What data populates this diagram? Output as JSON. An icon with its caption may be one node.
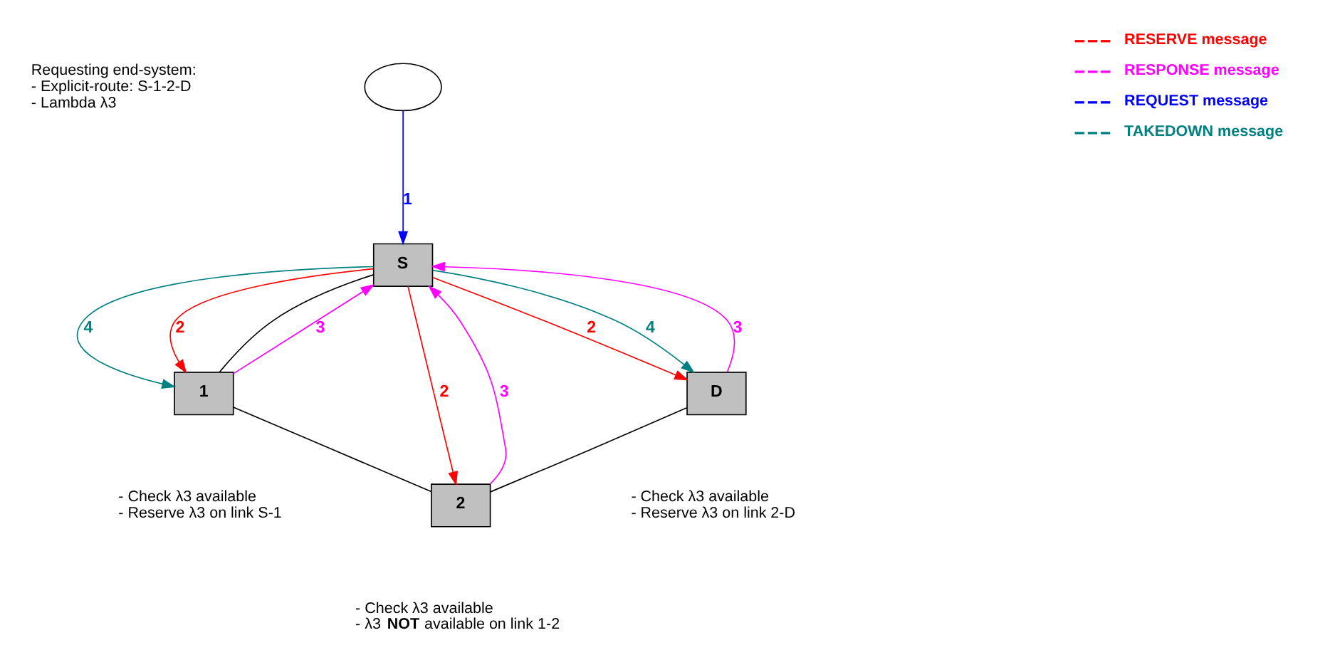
{
  "diagram": {
    "nodes": [
      {
        "text": [],
        "shape": "circle",
        "beside": [
          "Requesting end-system:",
          "- Explicit-route: S-1-2-D",
          "- Lambda λ3"
        ]
      },
      {
        "text": [
          "S"
        ]
      },
      {
        "text": [
          "1"
        ],
        "beside": [
          "- Check λ3 available",
          "- Reserve λ3 on link S-1"
        ]
      },
      {
        "text": [
          "2"
        ],
        "beside": [
          "- Check λ3 available",
          "- λ3 **NOT** available on link 1-2"
        ]
      },
      {
        "text": [
          "D"
        ],
        "beside": [
          "- Check λ3 available",
          "- Reserve λ3 on link 2-D"
        ]
      }
    ],
    "edges": [
      {
        "from": 0,
        "to": 1,
        "arrow": "to",
        "label": "1",
        "color": "#0000ff"
      },
      {
        "from": 1,
        "to": 2,
        "arrow": "to",
        "label": "4",
        "color": "#008080"
      },
      {
        "from": 1,
        "to": 2,
        "arrow": "to",
        "label": "2",
        "color": "#ff0000"
      },
      {
        "from": 2,
        "to": 1,
        "arrow": "to",
        "label": "3",
        "color": "#ff00ff"
      },
      {
        "from": 1,
        "to": 2,
        "arrow": "none",
        "color": "#000000"
      },
      {
        "from": 1,
        "to": 3,
        "arrow": "to",
        "label": "2",
        "color": "#ff0000"
      },
      {
        "from": 3,
        "to": 1,
        "arrow": "to",
        "label": "3",
        "color": "#ff00ff"
      },
      {
        "from": 1,
        "to": 4,
        "arrow": "to",
        "label": "2",
        "color": "#ff0000"
      },
      {
        "from": 4,
        "to": 1,
        "arrow": "to",
        "label": "3",
        "color": "#ff00ff"
      },
      {
        "from": 1,
        "to": 4,
        "arrow": "to",
        "label": "4",
        "color": "#008080"
      },
      {
        "from": 2,
        "to": 3,
        "arrow": "none",
        "color": "#000000"
      },
      {
        "from": 3,
        "to": 4,
        "arrow": "none",
        "color": "#000000"
      }
    ],
    "legend": [
      {
        "text": "RESERVE message",
        "color": "#ff0000"
      },
      {
        "text": "RESPONSE message",
        "color": "#ff00ff"
      },
      {
        "text": "REQUEST message",
        "color": "#0000ff"
      },
      {
        "text": "TAKEDOWN message",
        "color": "#008080"
      }
    ]
  }
}
